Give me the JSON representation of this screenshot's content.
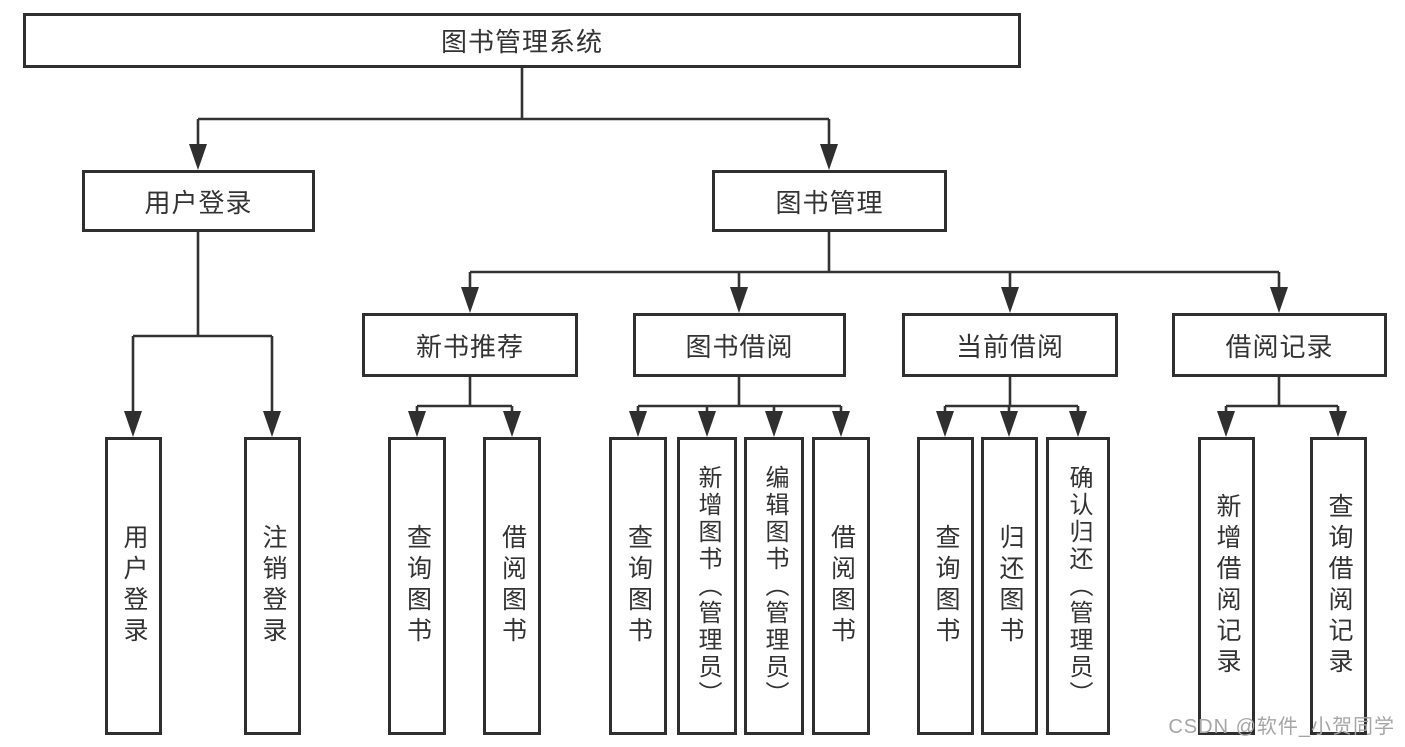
{
  "diagram": {
    "root": {
      "label": "图书管理系统"
    },
    "level2": [
      {
        "label": "用户登录"
      },
      {
        "label": "图书管理"
      }
    ],
    "level3": [
      {
        "label": "新书推荐"
      },
      {
        "label": "图书借阅"
      },
      {
        "label": "当前借阅"
      },
      {
        "label": "借阅记录"
      }
    ],
    "leaves": [
      {
        "label": "用户登录"
      },
      {
        "label": "注销登录"
      },
      {
        "label": "查询图书"
      },
      {
        "label": "借阅图书"
      },
      {
        "label": "查询图书"
      },
      {
        "label": "新增图书（管理员）"
      },
      {
        "label": "编辑图书（管理员）"
      },
      {
        "label": "借阅图书"
      },
      {
        "label": "查询图书"
      },
      {
        "label": "归还图书"
      },
      {
        "label": "确认归还（管理员）"
      },
      {
        "label": "新增借阅记录"
      },
      {
        "label": "查询借阅记录"
      }
    ],
    "colors": {
      "line": "#333333",
      "border": "#2f2f2f",
      "text": "#333333",
      "background": "#ffffff",
      "watermark": "#a6a6a6"
    }
  },
  "watermark": {
    "text": "CSDN @软件_小贺同学"
  }
}
